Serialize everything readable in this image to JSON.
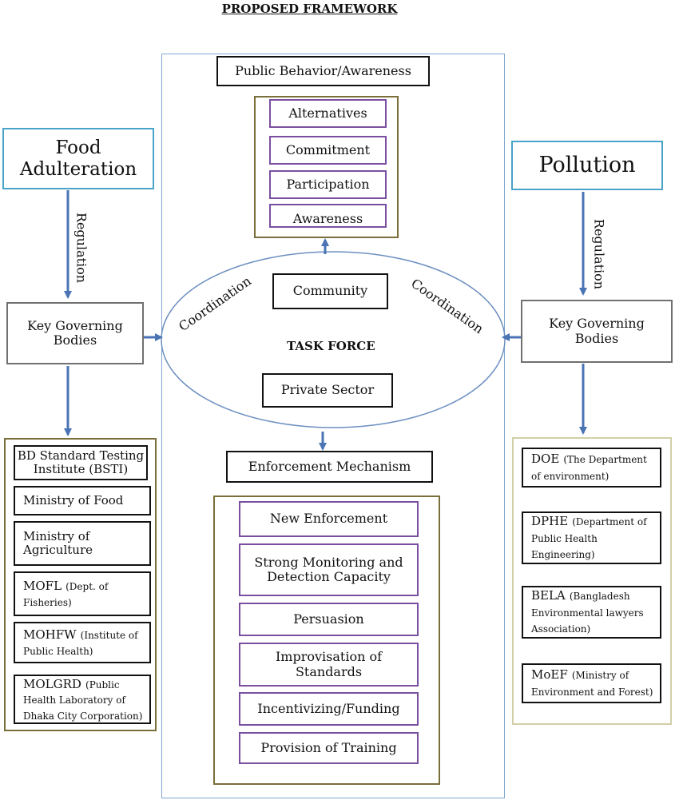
{
  "title": "PROPOSED FRAMEWORK",
  "public_behavior": {
    "title": "Public Behavior/Awareness",
    "items": [
      "Alternatives",
      "Commitment",
      "Participation",
      "Awareness"
    ]
  },
  "food": {
    "title": "Food Adulteration",
    "regulation": "Regulation",
    "governing": "Key Governing Bodies",
    "bodies": [
      {
        "name": "BD Standard Testing Institute (BSTI)",
        "detail": ""
      },
      {
        "name": "Ministry of Food",
        "detail": ""
      },
      {
        "name": "Ministry of Agriculture",
        "detail": ""
      },
      {
        "name": "MOFL",
        "detail": "(Dept. of Fisheries)"
      },
      {
        "name": "MOHFW",
        "detail": "(Institute of Public Health)"
      },
      {
        "name": "MOLGRD",
        "detail": "(Public Health Laboratory of Dhaka City Corporation)"
      }
    ]
  },
  "pollution": {
    "title": "Pollution",
    "regulation": "Regulation",
    "governing": "Key Governing Bodies",
    "bodies": [
      {
        "name": "DOE",
        "detail": "(The Department of environment)"
      },
      {
        "name": "DPHE",
        "detail": "(Department of Public Health Engineering)"
      },
      {
        "name": "BELA",
        "detail": "(Bangladesh Environmental lawyers Association)"
      },
      {
        "name": "MoEF",
        "detail": "(Ministry of Environment and Forest)"
      }
    ]
  },
  "task_force": {
    "title": "TASK FORCE",
    "community": "Community",
    "private_sector": "Private Sector",
    "coordination_left": "Coordination",
    "coordination_right": "Coordination"
  },
  "enforcement": {
    "title": "Enforcement Mechanism",
    "items": [
      "New Enforcement",
      "Strong Monitoring and Detection Capacity",
      "Persuasion",
      "Improvisation of Standards",
      "Incentivizing/Funding",
      "Provision of Training"
    ]
  },
  "colors": {
    "arrow": "#4a74b4",
    "frame": "#7ea7d1",
    "purple": "#7b4fa0",
    "olive": "#7a6e3a",
    "cyan": "#4aa3c8",
    "tan": "#d2cfa6"
  }
}
